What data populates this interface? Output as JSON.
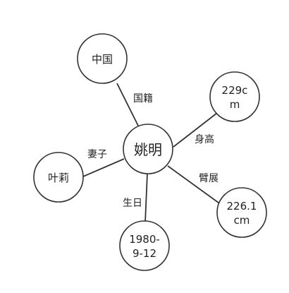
{
  "center": {
    "id": "center",
    "label": "姚明"
  },
  "nodes": [
    {
      "id": "china",
      "lines": [
        "中国"
      ],
      "relation": "国籍"
    },
    {
      "id": "height",
      "lines": [
        "229c",
        "m"
      ],
      "relation": "身高"
    },
    {
      "id": "wife",
      "lines": [
        "叶莉"
      ],
      "relation": "妻子"
    },
    {
      "id": "armspan",
      "lines": [
        "226.1",
        "cm"
      ],
      "relation": "臂展"
    },
    {
      "id": "birthday",
      "lines": [
        "1980-",
        "9-12"
      ],
      "relation": "生日"
    }
  ]
}
